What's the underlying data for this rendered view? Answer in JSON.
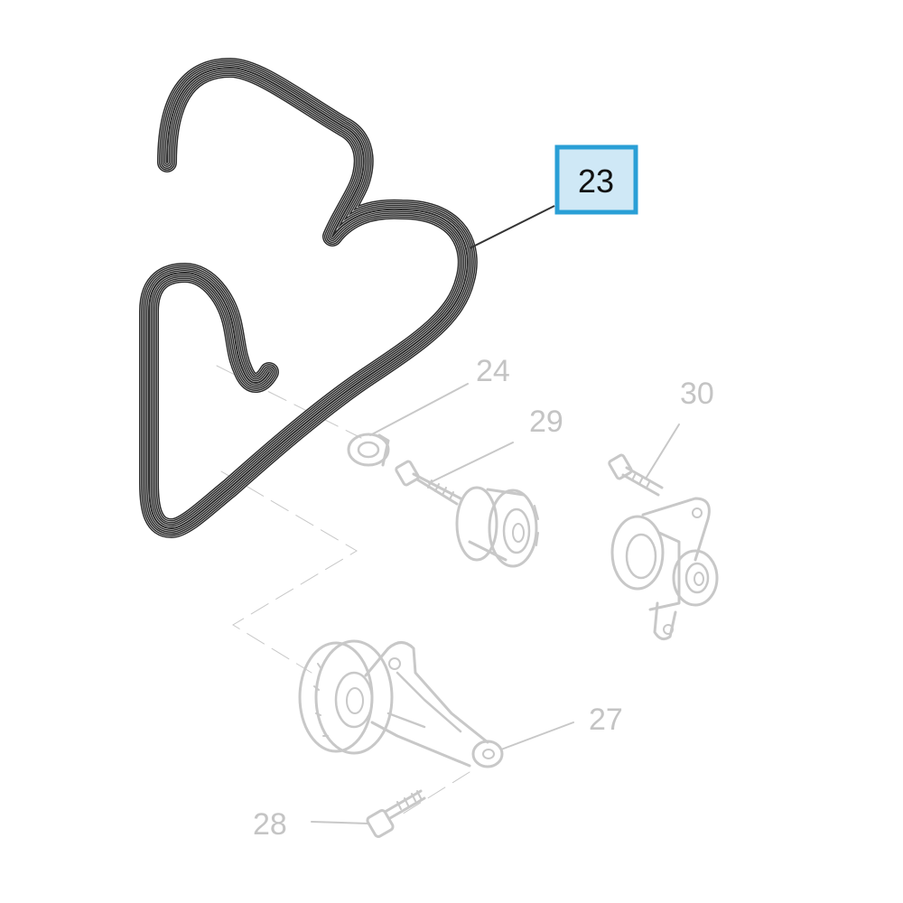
{
  "callouts": {
    "belt": "23",
    "washer": "24",
    "pulley_bolt": "29",
    "tensioner_bolt": "30",
    "tensioner_bracket": "27",
    "bracket_bolt": "28"
  },
  "colors": {
    "belt": "#2b2b2b",
    "faded_part": "#c8c8c8",
    "faded_label": "#c4c4c4",
    "active_fill": "#cfe8f6",
    "active_border": "#2a9fd6",
    "active_text": "#111111",
    "leader_active": "#333333"
  }
}
